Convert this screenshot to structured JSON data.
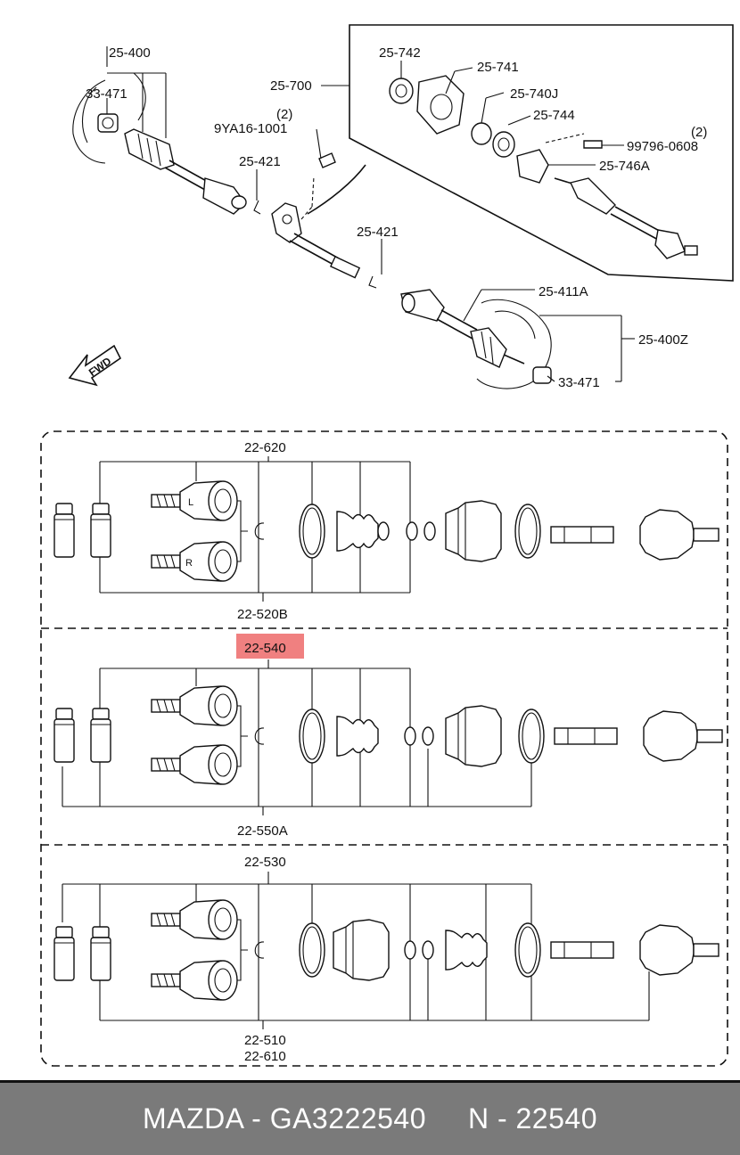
{
  "footer": {
    "text": "MAZDA - GA3222540     N - 22540",
    "background": "#7a7a7a"
  },
  "highlight": {
    "label": "22-540",
    "color": "#f08080"
  },
  "top_diagram": {
    "labels": {
      "l_25_400": "25-400",
      "l_33_471_a": "33-471",
      "l_25_700": "25-700",
      "l_9ya16": "9YA16-1001",
      "l_qty2_a": "(2)",
      "l_25_421_a": "25-421",
      "l_25_421_b": "25-421",
      "l_25_742": "25-742",
      "l_25_741": "25-741",
      "l_25_740j": "25-740J",
      "l_25_744": "25-744",
      "l_qty2_b": "(2)",
      "l_99796": "99796-0608",
      "l_25_746a": "25-746A",
      "l_25_411a": "25-411A",
      "l_25_400z": "25-400Z",
      "l_33_471_b": "33-471",
      "fwd": "FWD"
    }
  },
  "kits": {
    "kit1": {
      "top": "22-620",
      "bottom": "22-520B",
      "side_l": "L",
      "side_r": "R"
    },
    "kit2": {
      "top": "22-540",
      "bottom": "22-550A"
    },
    "kit3": {
      "top": "22-530",
      "bottom1": "22-510",
      "bottom2": "22-610"
    }
  }
}
